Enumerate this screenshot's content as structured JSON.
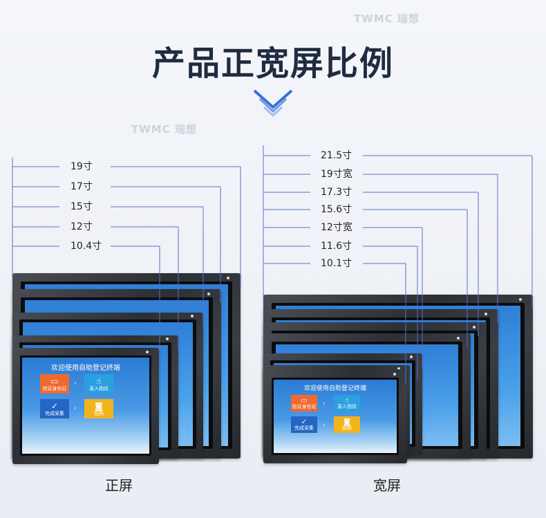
{
  "title": "产品正宽屏比例",
  "watermark": "TWMC 瑞想",
  "standard": {
    "caption": "正屏",
    "sizes": [
      "19寸",
      "17寸",
      "15寸",
      "12寸",
      "10.4寸"
    ]
  },
  "wide": {
    "caption": "宽屏",
    "sizes": [
      "21.5寸",
      "19寸宽",
      "17.3寸",
      "15.6寸",
      "12寸宽",
      "11.6寸",
      "10.1寸"
    ]
  },
  "app": {
    "title": "欢迎使用自助登记终端",
    "tiles": [
      {
        "label": "验证身份证",
        "color": "#ef6a2f",
        "icon": "id-card-icon",
        "glyph": "▭"
      },
      {
        "label": "录入指纹",
        "color": "#2c9fe0",
        "icon": "hand-icon",
        "glyph": "☝"
      },
      {
        "label": "完成采集",
        "color": "#2466c4",
        "icon": "check-icon",
        "glyph": "✓"
      },
      {
        "label": "拍照",
        "color": "#f2b41c",
        "icon": "camera-icon",
        "glyph": "◙"
      }
    ]
  },
  "colors": {
    "line": "#5a6fd0",
    "title": "#1f2b40",
    "accent": "#3b6fd8"
  }
}
